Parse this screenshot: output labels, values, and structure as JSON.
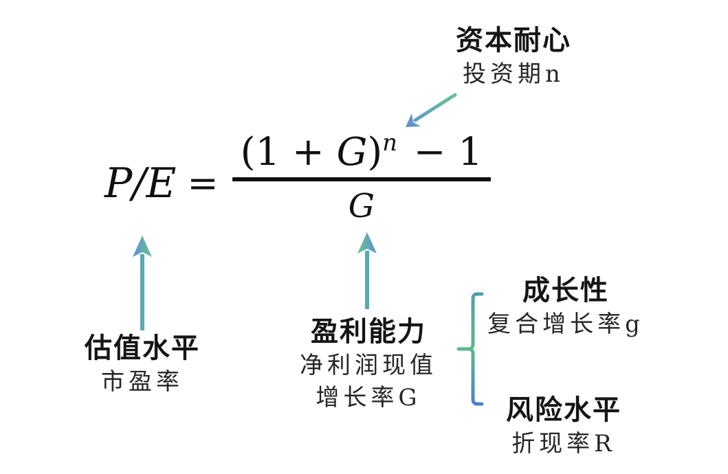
{
  "colors": {
    "ink": "#141414",
    "arrow_teal": "#58a9b4",
    "arrow_green": "#67c28f",
    "arrow_blue": "#5f8fd6",
    "brace_teal": "#4f9fac",
    "brace_green": "#56bb8a",
    "brace_blue": "#4c7ed2"
  },
  "formula": {
    "lhs": "P/E",
    "equals": "=",
    "num_open": "(1 + ",
    "num_var": "G",
    "num_close": ")",
    "num_exponent": "n",
    "num_tail": " − 1",
    "denominator": "G"
  },
  "annotations": {
    "capital_patience": {
      "title": "资本耐心",
      "subtitle": "投资期n"
    },
    "valuation": {
      "title": "估值水平",
      "subtitle": "市盈率"
    },
    "profitability": {
      "title": "盈利能力",
      "subtitle_line1": "净利润现值",
      "subtitle_line2": "增长率G"
    },
    "growth": {
      "title": "成长性",
      "subtitle": "复合增长率g"
    },
    "risk": {
      "title": "风险水平",
      "subtitle": "折现率R"
    }
  }
}
